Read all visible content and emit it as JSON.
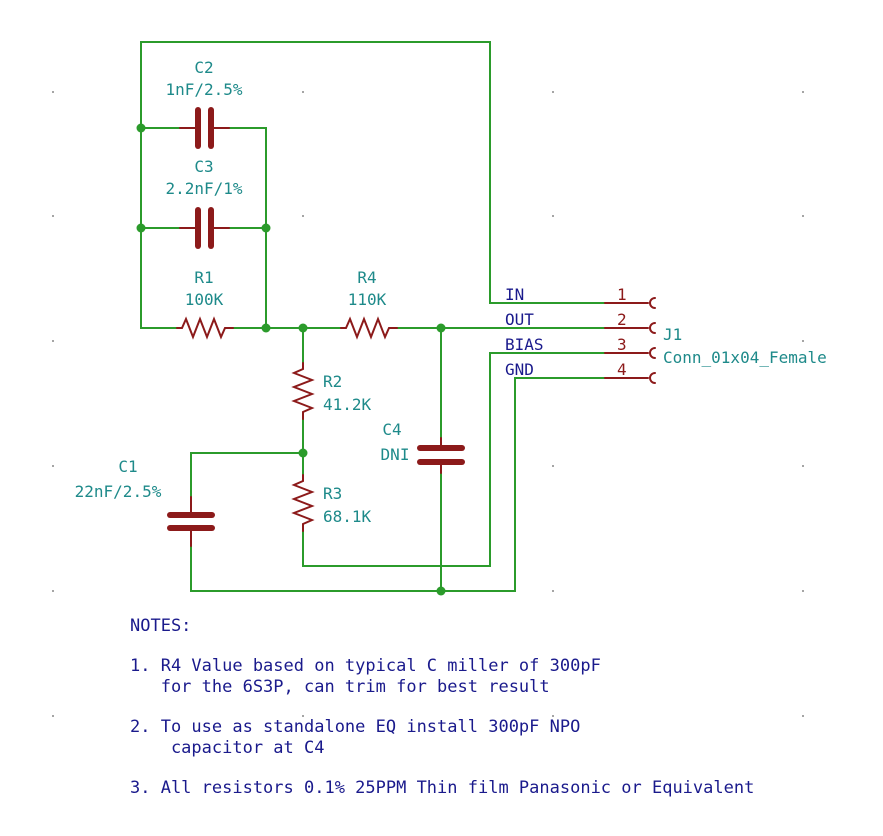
{
  "components": {
    "C1": {
      "ref": "C1",
      "value": "22nF/2.5%"
    },
    "C2": {
      "ref": "C2",
      "value": "1nF/2.5%"
    },
    "C3": {
      "ref": "C3",
      "value": "2.2nF/1%"
    },
    "C4": {
      "ref": "C4",
      "value": "DNI"
    },
    "R1": {
      "ref": "R1",
      "value": "100K"
    },
    "R2": {
      "ref": "R2",
      "value": "41.2K"
    },
    "R3": {
      "ref": "R3",
      "value": "68.1K"
    },
    "R4": {
      "ref": "R4",
      "value": "110K"
    },
    "J1": {
      "ref": "J1",
      "value": "Conn_01x04_Female"
    }
  },
  "connector": {
    "pins": [
      {
        "number": "1",
        "net": "IN"
      },
      {
        "number": "2",
        "net": "OUT"
      },
      {
        "number": "3",
        "net": "BIAS"
      },
      {
        "number": "4",
        "net": "GND"
      }
    ]
  },
  "notes": {
    "heading": "NOTES:",
    "lines": [
      "1. R4 Value based on typical C miller of 300pF",
      "   for the 6S3P, can trim for best result",
      "2. To use as standalone EQ install 300pF NPO",
      "    capacitor at C4",
      "3. All resistors 0.1% 25PPM Thin film Panasonic or Equivalent"
    ]
  },
  "colors": {
    "wire": "#2b9b2b",
    "symbol": "#8c1a1a",
    "reference_text": "#1e8a8a",
    "net_label_text": "#1a1a8c"
  }
}
